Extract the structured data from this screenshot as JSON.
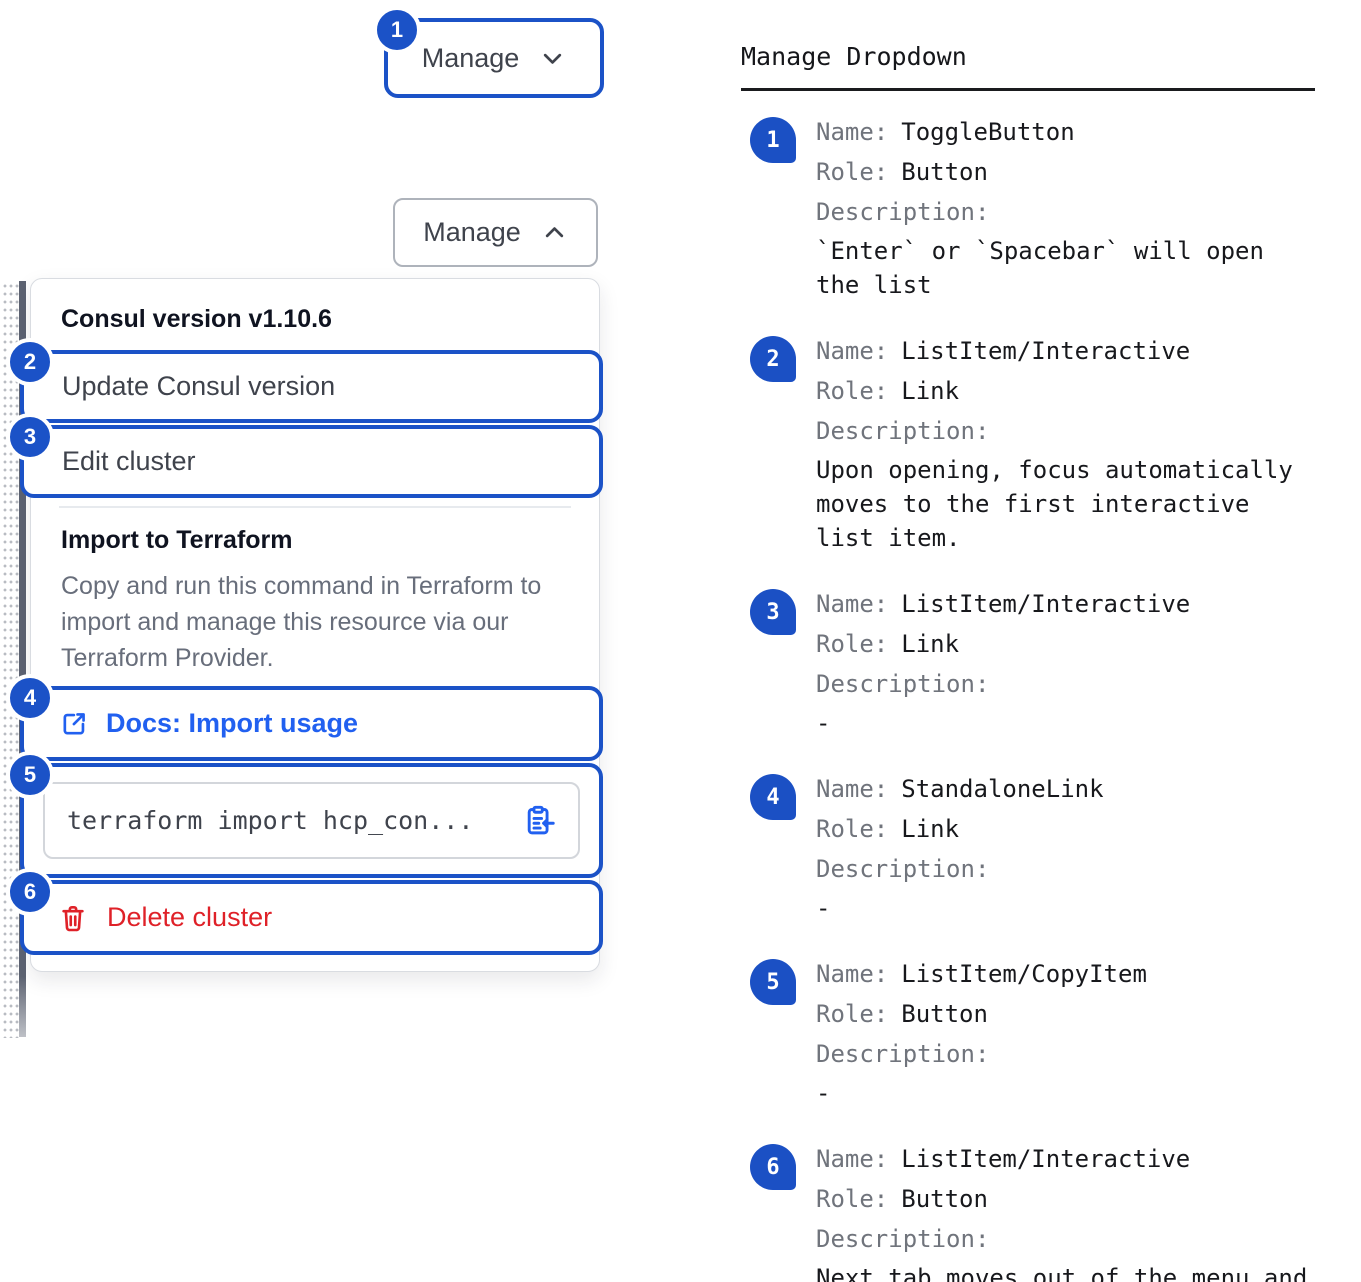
{
  "left": {
    "toggle_closed": {
      "badge": "1",
      "label": "Manage"
    },
    "toggle_open": {
      "label": "Manage"
    },
    "dropdown": {
      "version_header": "Consul version v1.10.6",
      "update_item": {
        "badge": "2",
        "label": "Update Consul version"
      },
      "edit_item": {
        "badge": "3",
        "label": "Edit cluster"
      },
      "terraform_section": {
        "title": "Import to Terraform",
        "description": "Copy and run this command in Terraform to import and manage this resource via our Terraform Provider."
      },
      "docs_link": {
        "badge": "4",
        "label": "Docs: Import usage",
        "icon": "external-link-icon"
      },
      "copy_item": {
        "badge": "5",
        "code": "terraform import hcp_con...",
        "icon": "clipboard-copy-icon"
      },
      "delete_item": {
        "badge": "6",
        "label": "Delete cluster",
        "icon": "trash-icon"
      }
    }
  },
  "right": {
    "title": "Manage Dropdown",
    "labels": {
      "name": "Name:",
      "role": "Role:",
      "description": "Description:"
    },
    "entries": [
      {
        "num": "1",
        "name": "ToggleButton",
        "role": "Button",
        "description": "`Enter` or `Spacebar` will open the list"
      },
      {
        "num": "2",
        "name": "ListItem/Interactive",
        "role": "Link",
        "description": "Upon opening, focus automatically moves to the first interactive list item."
      },
      {
        "num": "3",
        "name": "ListItem/Interactive",
        "role": "Link",
        "description": "-"
      },
      {
        "num": "4",
        "name": "StandaloneLink",
        "role": "Link",
        "description": "-"
      },
      {
        "num": "5",
        "name": "ListItem/CopyItem",
        "role": "Button",
        "description": "-"
      },
      {
        "num": "6",
        "name": "ListItem/Interactive",
        "role": "Button",
        "description": "Next tab moves out of the menu and to the next focusable element"
      }
    ]
  },
  "colors": {
    "annotation_blue": "#1b52c7",
    "link_blue": "#2160f0",
    "danger_red": "#df2128",
    "text_dark": "#3f434c",
    "text_heading": "#0f1320",
    "text_muted": "#686e7b",
    "edge_gray": "#5d6372"
  }
}
